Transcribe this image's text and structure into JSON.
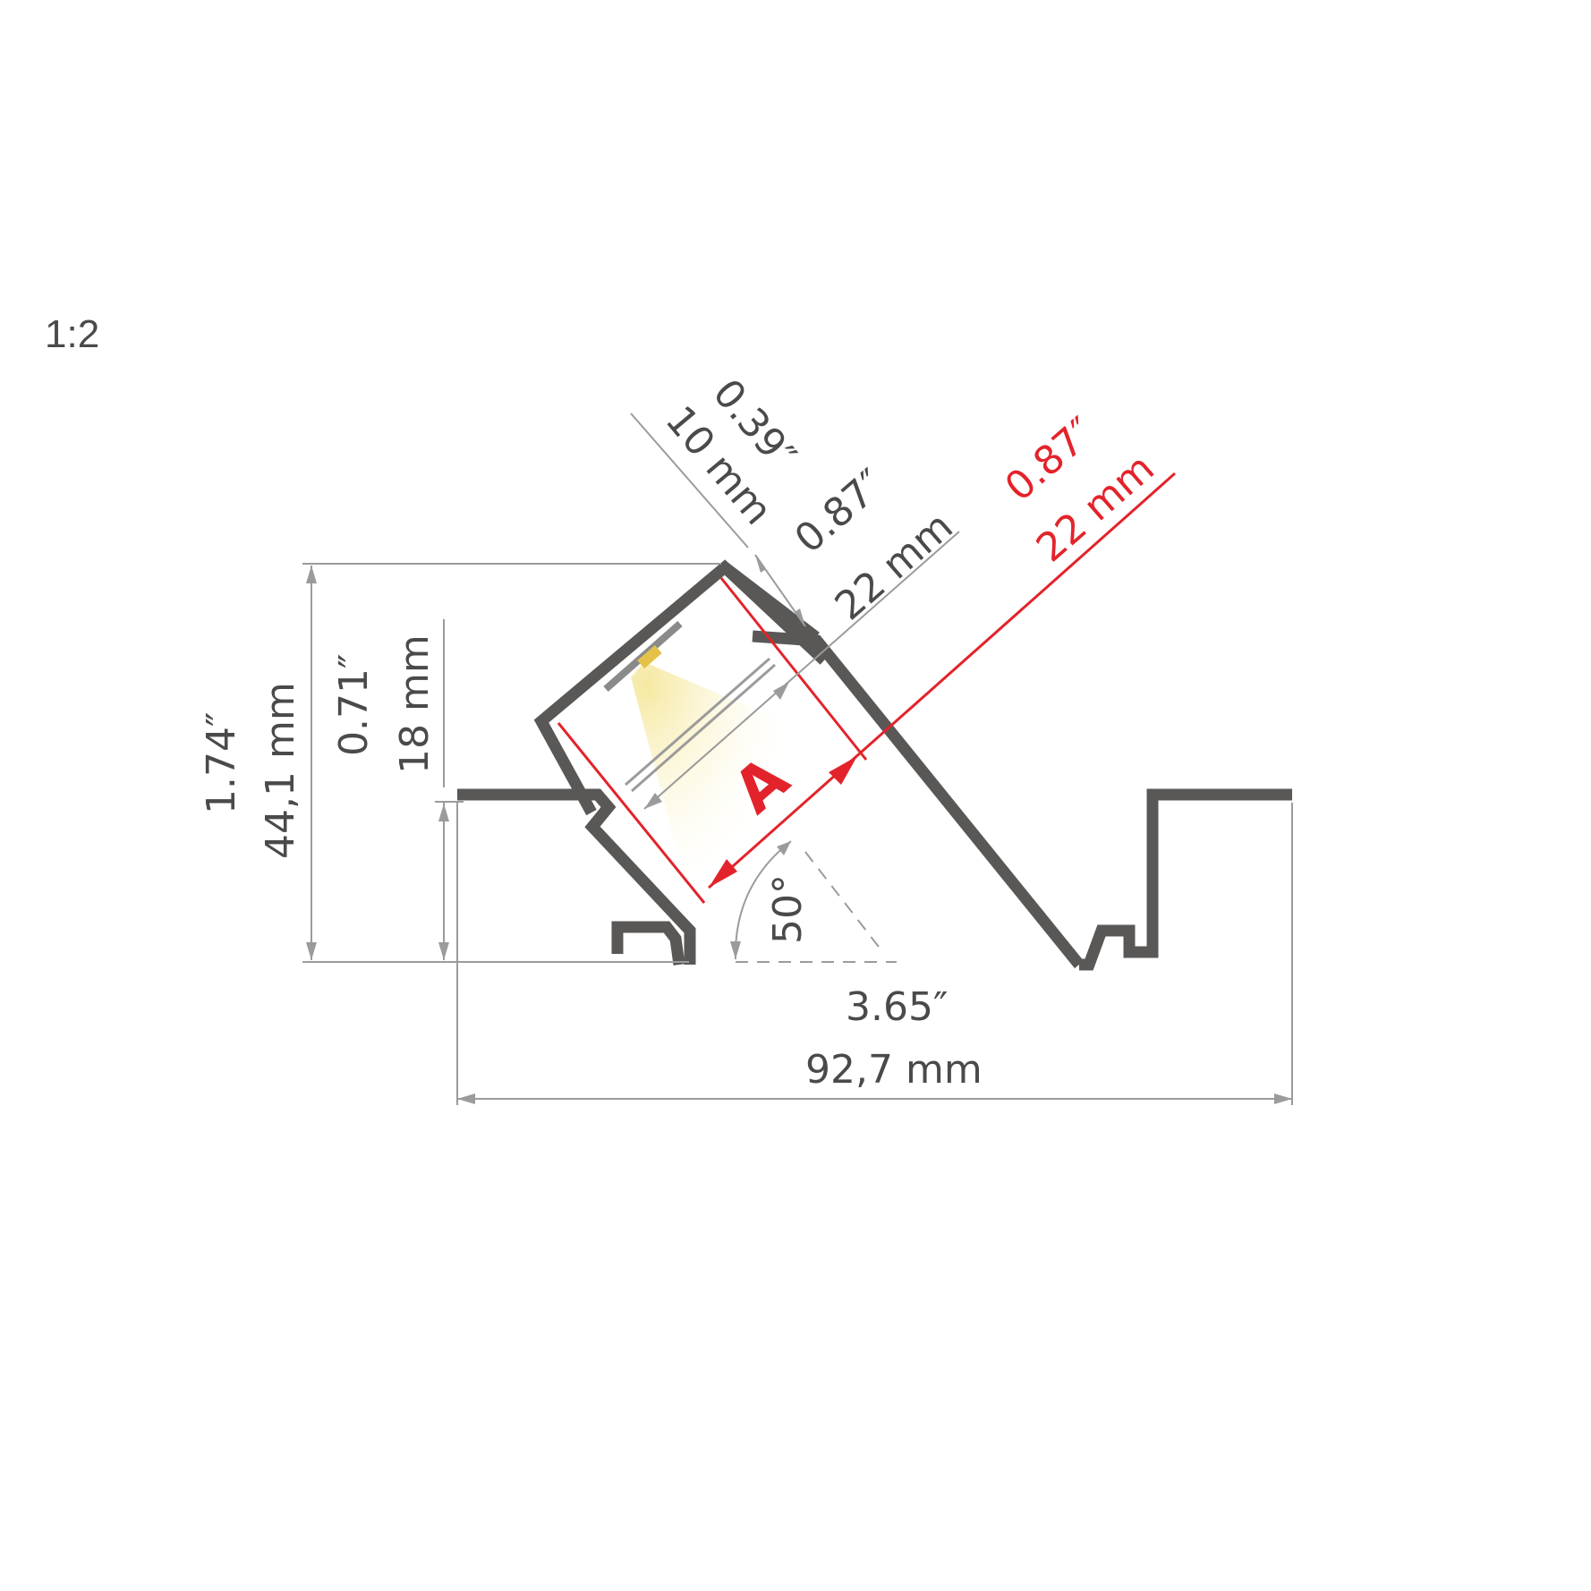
{
  "scale_label": "1:2",
  "dimensions": {
    "total_height": {
      "inch": "1.74″",
      "mm": "44,1 mm"
    },
    "side_height": {
      "inch": "0.71″",
      "mm": "18 mm"
    },
    "top_width": {
      "inch": "0.39″",
      "mm": "10 mm"
    },
    "inner_width": {
      "inch": "0.87″",
      "mm": "22 mm"
    },
    "strip_width": {
      "inch": "0.87″",
      "mm": "22 mm"
    },
    "total_width": {
      "inch": "3.65″",
      "mm": "92,7 mm"
    },
    "angle": "50°"
  },
  "marker_label": "A",
  "colors": {
    "profile": "#5a5856",
    "dimension": "#9b9b9b",
    "highlight": "#e3232b",
    "text": "#4a4a4a"
  }
}
